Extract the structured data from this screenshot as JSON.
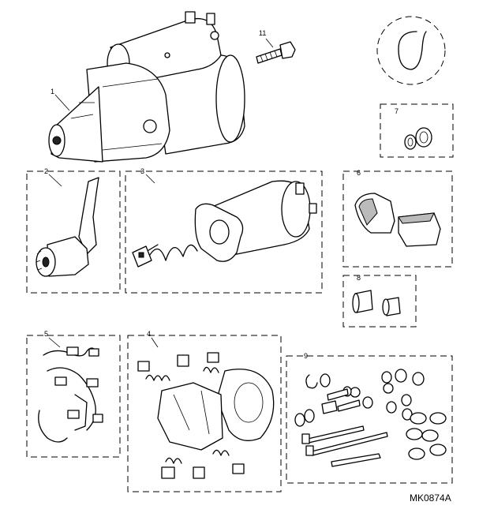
{
  "diagram_id": "MK0874A",
  "callouts": {
    "c1": "1",
    "c2": "2",
    "c3": "3",
    "c4": "4",
    "c5": "5",
    "c6": "6",
    "c7": "7",
    "c8": "8",
    "c9": "9",
    "c11": "11"
  },
  "parts": {
    "p1": "starter-motor-assembly",
    "p2": "drive-pinion-and-lever",
    "p3": "solenoid-and-spring",
    "p4": "brush-holder-assembly",
    "p5": "field-coil-brushes",
    "p6": "seal-and-bush",
    "p7": "seal-kit",
    "p8": "bushes",
    "p9": "fixings-kit",
    "p10": "circlip",
    "p11": "bolt"
  }
}
